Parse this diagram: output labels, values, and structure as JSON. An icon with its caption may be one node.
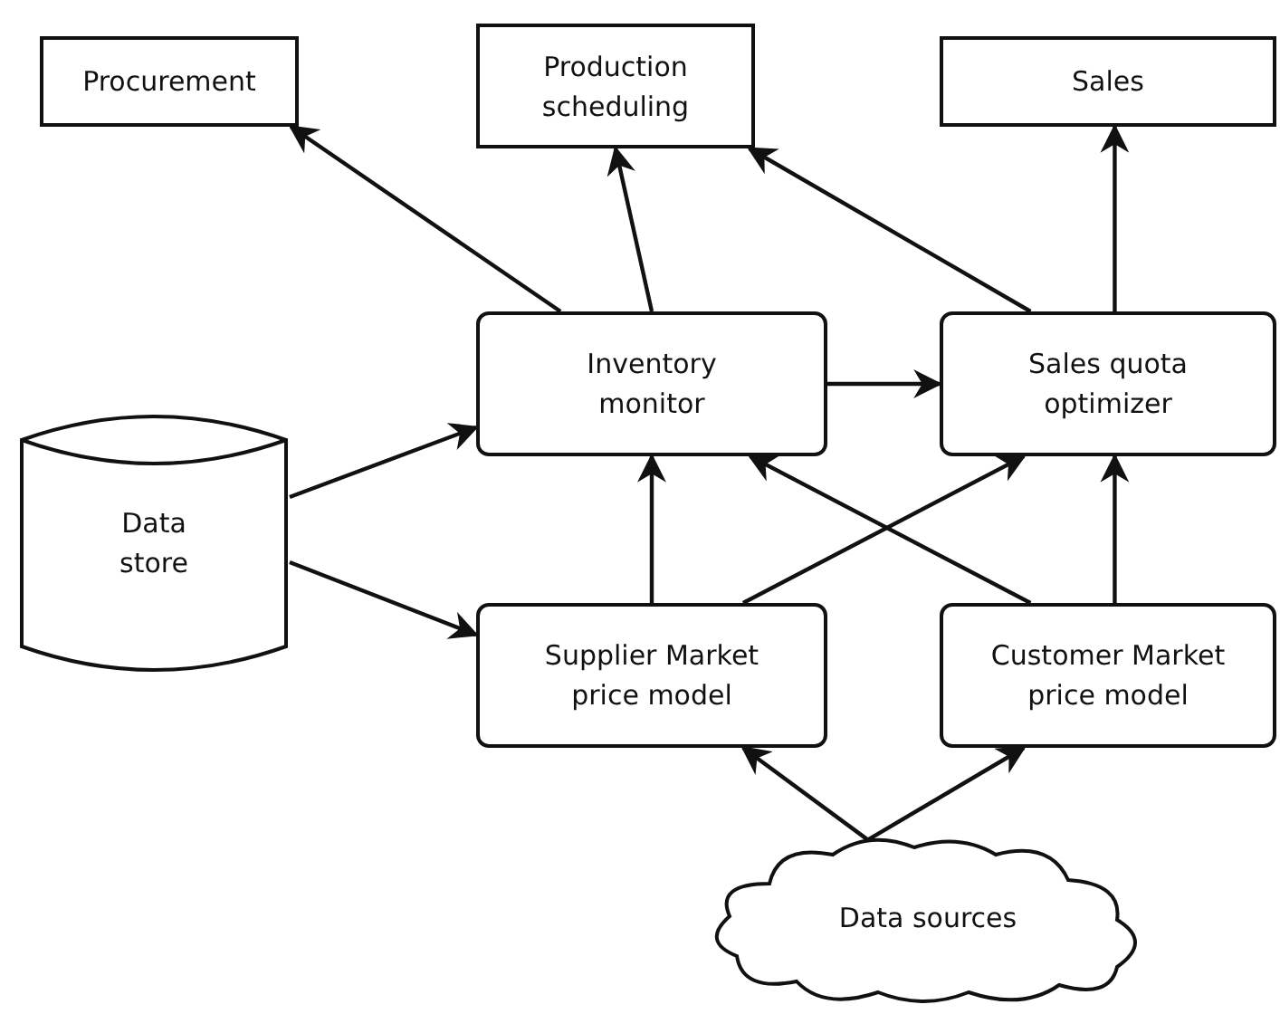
{
  "diagram": {
    "nodes": [
      {
        "text": [
          "Procurement"
        ]
      },
      {
        "text": [
          "Production scheduling"
        ]
      },
      {
        "text": [
          "Sales"
        ]
      },
      {
        "text": [
          "Data store"
        ]
      },
      {
        "text": [
          "Inventory monitor"
        ]
      },
      {
        "text": [
          "Sales quota optimizer"
        ]
      },
      {
        "text": [
          "Supplier Market price model"
        ]
      },
      {
        "text": [
          "Customer Market price model"
        ]
      },
      {
        "text": [
          "Data sources"
        ]
      }
    ],
    "edges": [
      {
        "from": 4,
        "to": 0,
        "arrow": "to"
      },
      {
        "from": 4,
        "to": 1,
        "arrow": "to"
      },
      {
        "from": 5,
        "to": 1,
        "arrow": "to"
      },
      {
        "from": 5,
        "to": 2,
        "arrow": "to"
      },
      {
        "from": 3,
        "to": 4,
        "arrow": "to"
      },
      {
        "from": 3,
        "to": 6,
        "arrow": "to"
      },
      {
        "from": 4,
        "to": 5,
        "arrow": "to"
      },
      {
        "from": 6,
        "to": 4,
        "arrow": "to"
      },
      {
        "from": 6,
        "to": 5,
        "arrow": "to"
      },
      {
        "from": 7,
        "to": 4,
        "arrow": "to"
      },
      {
        "from": 7,
        "to": 5,
        "arrow": "to"
      },
      {
        "from": 8,
        "to": 6,
        "arrow": "to"
      },
      {
        "from": 8,
        "to": 7,
        "arrow": "to"
      }
    ]
  }
}
